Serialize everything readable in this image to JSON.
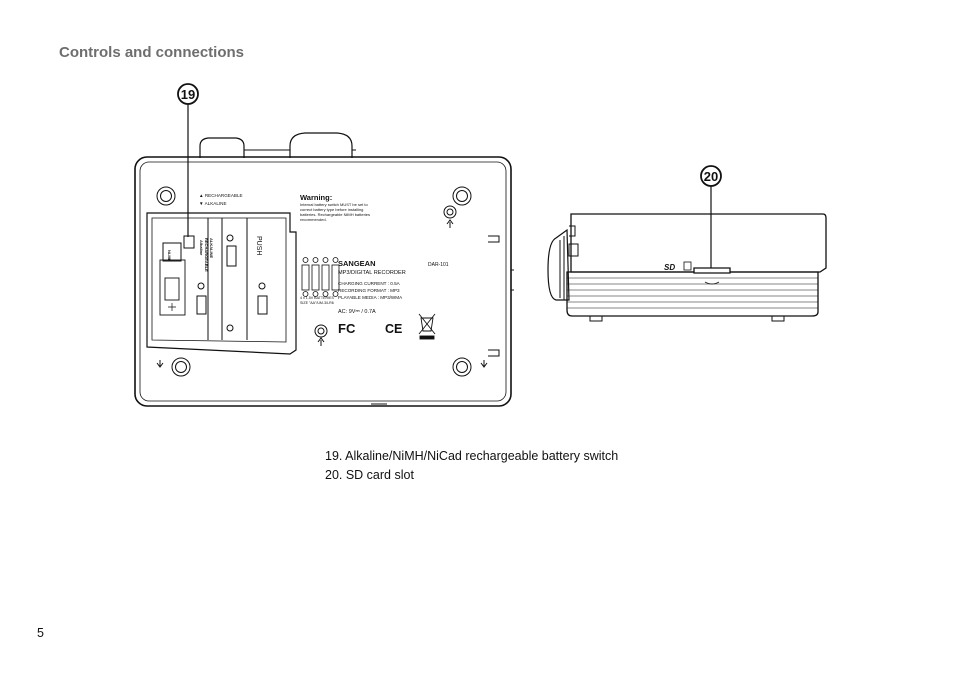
{
  "section_title": "Controls and connections",
  "callouts": {
    "c19": "19",
    "c20": "20"
  },
  "legend": [
    "19. Alkaline/NiMH/NiCad rechargeable battery switch",
    "20. SD card slot"
  ],
  "page_number": "5",
  "device_label": {
    "rechargeable": "▲ RECHARGEABLE",
    "alkaline": "▼ ALKALINE",
    "warning_title": "Warning:",
    "warning_lines": [
      "Internal battery switch MUST be set to",
      "correct battery type before installing",
      "batteries. Rechargeable NiMH batteries",
      "recommended."
    ],
    "brand": "SANGEAN",
    "model": "DAR-101",
    "product": "MP3/DIGITAL RECORDER",
    "specs": [
      "CHARGING CURRENT : 0.5A",
      "RECORDING FORMAT : MP3",
      "PLAYABLE MEDIA : MP3/WMA"
    ],
    "power": "AC: 9V⎓ / 0.7A",
    "battery_note_1": "4 x 1.5V BATTERIES",
    "battery_note_2": "SIZE \"AA\"/UM-3/LR6",
    "push": "PUSH",
    "cert_fc": "FC",
    "cert_ce": "CE",
    "battery_type_labels": [
      "Ni-MH",
      "Alkaline",
      "RECHARGEABLE",
      "ALKALINE"
    ],
    "sd_logo": "SD"
  }
}
